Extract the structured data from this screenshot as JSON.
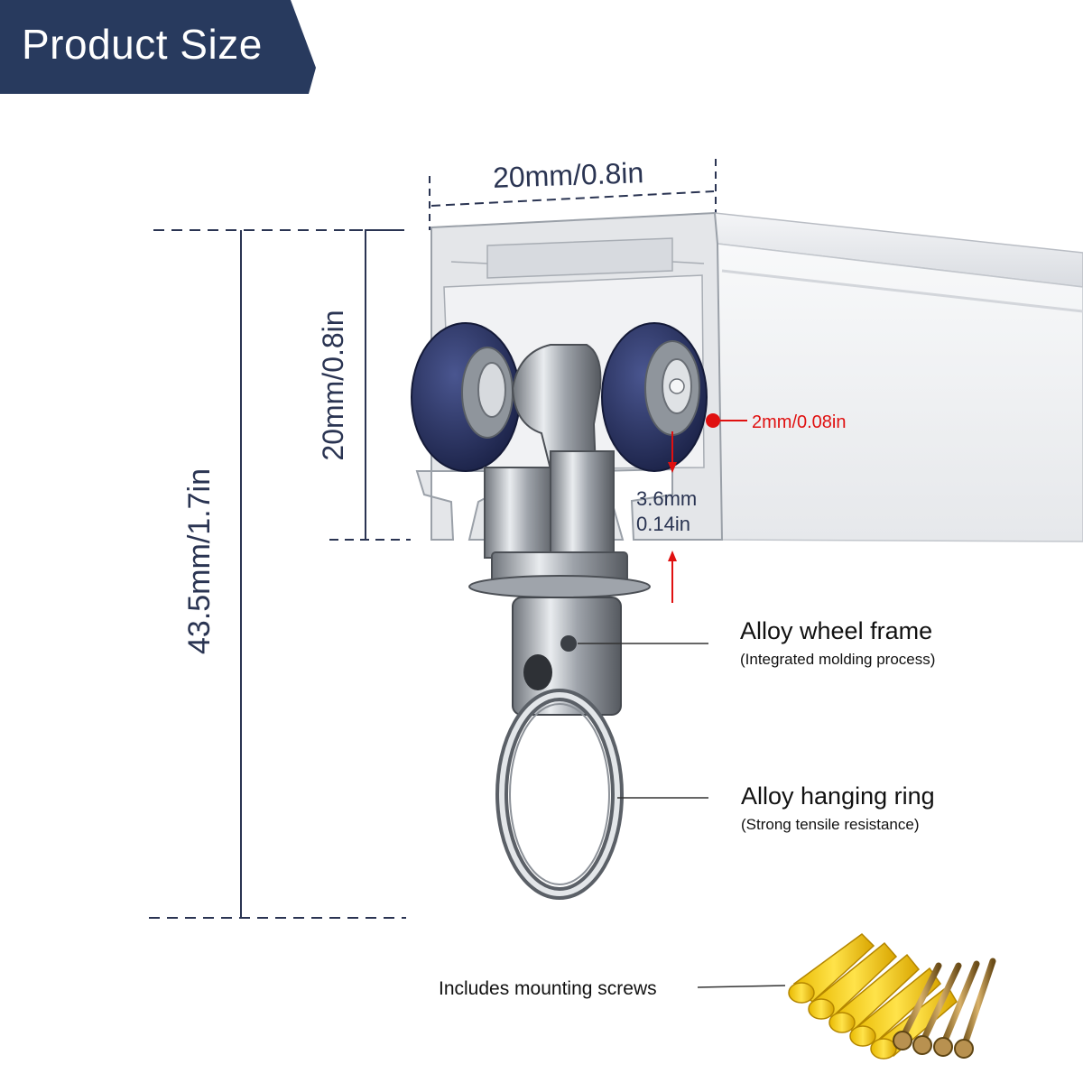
{
  "header": {
    "title": "Product Size"
  },
  "dimensions": {
    "track_width": "20mm/0.8in",
    "track_height": "20mm/0.8in",
    "total_height": "43.5mm/1.7in",
    "gap": "2mm/0.08in",
    "lip_value_line1": "3.6mm",
    "lip_value_line2": "0.14in"
  },
  "callouts": {
    "wheel_frame": {
      "title": "Alloy wheel frame",
      "note": "(Integrated molding process)"
    },
    "hanging_ring": {
      "title": "Alloy hanging ring",
      "note": "(Strong tensile resistance)"
    },
    "screws": {
      "title": "Includes mounting screws"
    }
  },
  "colors": {
    "badge": "#283a5e",
    "dimension_text": "#2a3452",
    "gap_marker": "#e01010",
    "wheel": "#2b3566",
    "anchor": "#f4d21a"
  }
}
